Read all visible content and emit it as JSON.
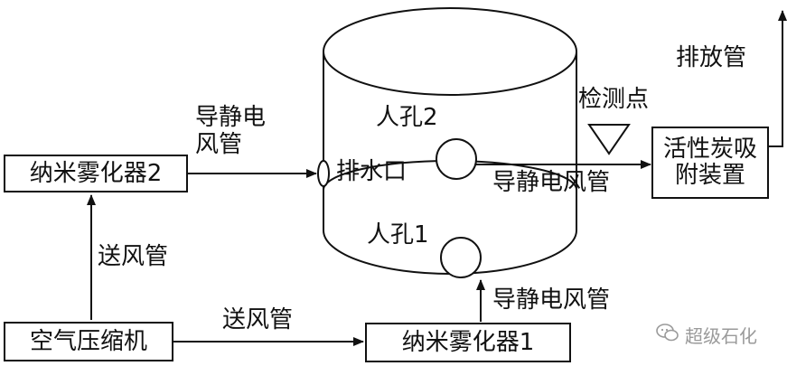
{
  "labels": {
    "nano_atomizer_2": "纳米雾化器2",
    "nano_atomizer_1": "纳米雾化器1",
    "air_compressor": "空气压缩机",
    "carbon_adsorption_line1": "活性炭吸",
    "carbon_adsorption_line2": "附装置",
    "static_duct_left_line1": "导静电",
    "static_duct_left_line2": "风管",
    "static_duct_right": "导静电风管",
    "static_duct_bottom": "导静电风管",
    "supply_duct_vertical": "送风管",
    "supply_duct_horizontal": "送风管",
    "drain_outlet": "排水口",
    "manhole_2": "人孔2",
    "manhole_1": "人孔1",
    "detection_point": "检测点",
    "exhaust_pipe": "排放管"
  },
  "watermark": {
    "text": "超级石化",
    "icon": "wechat-icon"
  },
  "colors": {
    "line": "#111111",
    "watermark": "#9a9a9a",
    "background": "#ffffff"
  }
}
